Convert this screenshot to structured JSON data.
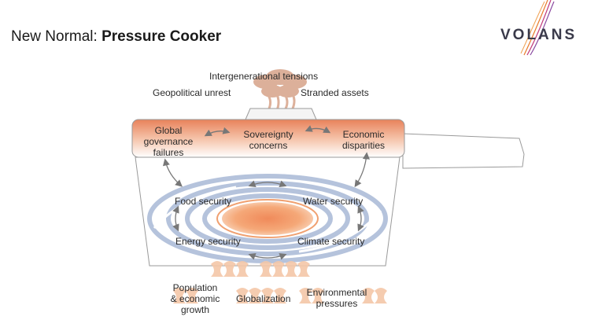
{
  "header": {
    "title_prefix": "New Normal: ",
    "title_bold": "Pressure Cooker"
  },
  "logo": {
    "text": "VOLANS",
    "colors": [
      "#e87a2a",
      "#8a4aa0",
      "#c03a7a"
    ]
  },
  "diagram": {
    "steam_labels": {
      "top": "Intergenerational tensions",
      "left": "Geopolitical unrest",
      "right": "Stranded assets"
    },
    "lid_labels": {
      "left": [
        "Global",
        "governance",
        "failures"
      ],
      "center": [
        "Sovereignty",
        "concerns"
      ],
      "right": [
        "Economic",
        "disparities"
      ]
    },
    "pot_labels": {
      "food": "Food security",
      "water": "Water security",
      "energy": "Energy security",
      "climate": "Climate security"
    },
    "flame_labels": {
      "left": [
        "Population",
        "& economic",
        "growth"
      ],
      "center": "Globalization",
      "right": [
        "Environmental",
        "pressures"
      ]
    },
    "colors": {
      "lid_orange": "#e8825a",
      "spiral_blue": "#a9b9d6",
      "center_orange": "#f0a070",
      "flame": "#f4c7a8",
      "arrow": "#777777",
      "outline": "#9a9a9a"
    }
  }
}
